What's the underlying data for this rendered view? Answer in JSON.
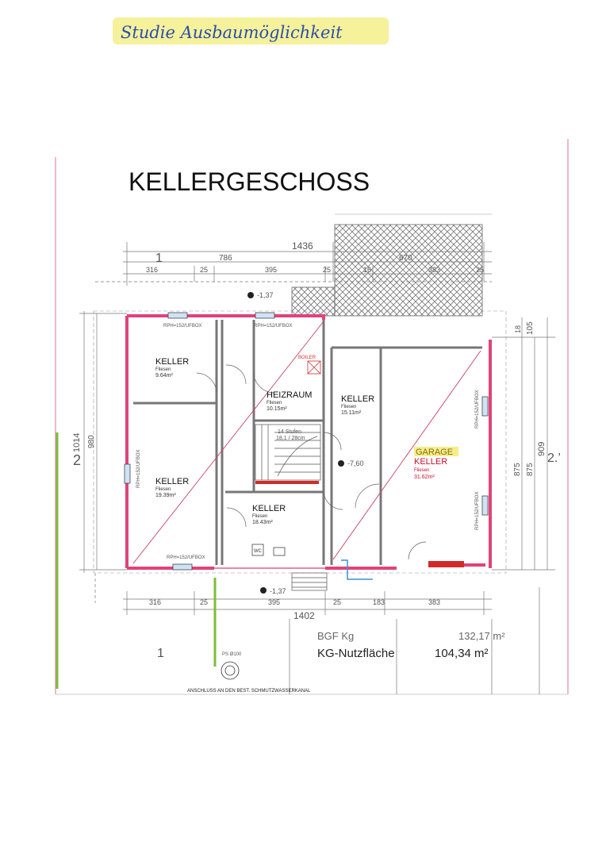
{
  "header": {
    "handwritten_note": "Studie Ausbaumöglichkeit",
    "title": "KELLERGESCHOSS"
  },
  "dimensions": {
    "top_total": "1436",
    "top_left_span": "786",
    "top_right_span": "670",
    "top_seg_1": "316",
    "top_seg_2": "25",
    "top_seg_3": "395",
    "top_seg_4": "25",
    "top_seg_5": "16",
    "top_seg_6": "383",
    "top_seg_7": "25",
    "bottom_total": "1402",
    "bottom_seg_1": "316",
    "bottom_seg_2": "25",
    "bottom_seg_3": "395",
    "bottom_seg_4": "25",
    "bottom_seg_5": "183",
    "bottom_seg_6": "383",
    "left_total": "1014",
    "left_inner": "980",
    "right_total": "909",
    "right_inner": "875",
    "right_inner_2": "875",
    "right_top": "105",
    "right_top_2": "18",
    "level_top": "-1,37",
    "level_bottom": "-1,37",
    "level_garage": "-7,60"
  },
  "section_marks": {
    "left": "2",
    "right": "2.’",
    "top": "1",
    "bottom": "1"
  },
  "rooms": [
    {
      "name": "KELLER",
      "finish": "Fliesen",
      "area": "9.64m²"
    },
    {
      "name": "KELLER",
      "finish": "Fliesen",
      "area": "19.39m²"
    },
    {
      "name": "HEIZRAUM",
      "finish": "Fliesen",
      "area": "10.15m²"
    },
    {
      "name": "KELLER",
      "finish": "Fliesen",
      "area": "18.43m²"
    },
    {
      "name": "KELLER",
      "finish": "Fliesen",
      "area": "15.11m²"
    },
    {
      "name": "GARAGE",
      "name2": "KELLER",
      "finish": "Fliesen",
      "area": "31.62m²"
    }
  ],
  "stairs": {
    "steps": "14 Stufen",
    "ratio": "18,1 / 28cm"
  },
  "window_labels": {
    "w1": "RPH=152/UFBOX",
    "w2": "RPH=152/UFBOX",
    "w3": "RPH=152/UFBOX",
    "w4": "RPH=152/UFBOX",
    "w5": "RPH=152/UFBOX",
    "w6": "RPH=152/UFBOX"
  },
  "fixtures": {
    "boiler": "BOILER",
    "wc": "WC",
    "ps_label": "PS Ø100"
  },
  "summary": {
    "bgf_label": "BGF Kg",
    "bgf_value": "132,17 m²",
    "nf_label": "KG-Nutzfläche",
    "nf_value": "104,34 m²"
  },
  "footer_note": "ANSCHLUSS AN DEN BEST. SCHMUTZWASSERKANAL",
  "colors": {
    "wall_pink": "#e0437a",
    "highlight_yellow": "#f4ee8a",
    "handwriting_blue": "#2c4fa8",
    "green_line": "#7cbf3a",
    "garage_text": "#c8102e",
    "hatch_gray": "#888888"
  }
}
